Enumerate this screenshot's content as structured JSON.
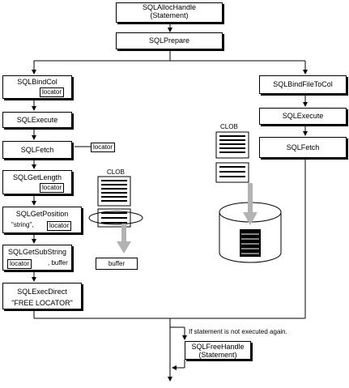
{
  "boxes": {
    "alloc_line1": "SQLAllocHandle",
    "alloc_line2": "(Statement)",
    "prepare": "SQLPrepare",
    "bindcol": "SQLBindCol",
    "bindfiletocol": "SQLBindFileToCol",
    "execute_left": "SQLExecute",
    "execute_right": "SQLExecute",
    "fetch_left": "SQLFetch",
    "fetch_right": "SQLFetch",
    "getlength": "SQLGetLength",
    "getposition": "SQLGetPosition",
    "getposition_string": "\"string\",",
    "getsubstring": "SQLGetSubString",
    "getsubstring_buffer": ", buffer",
    "execdirect_line1": "SQLExecDirect",
    "execdirect_line2": "\"FREE LOCATOR\"",
    "freehandle_line1": "SQLFreeHandle",
    "freehandle_line2": "(Statement)"
  },
  "tags": {
    "locator": "locator",
    "buffer": "buffer"
  },
  "labels": {
    "clob_left": "CLOB",
    "clob_right": "CLOB",
    "loop_note": "If statement is not executed again."
  },
  "colors": {
    "line": "#000000",
    "arrow_gray": "#b3b3b3",
    "background": "#ffffff"
  }
}
